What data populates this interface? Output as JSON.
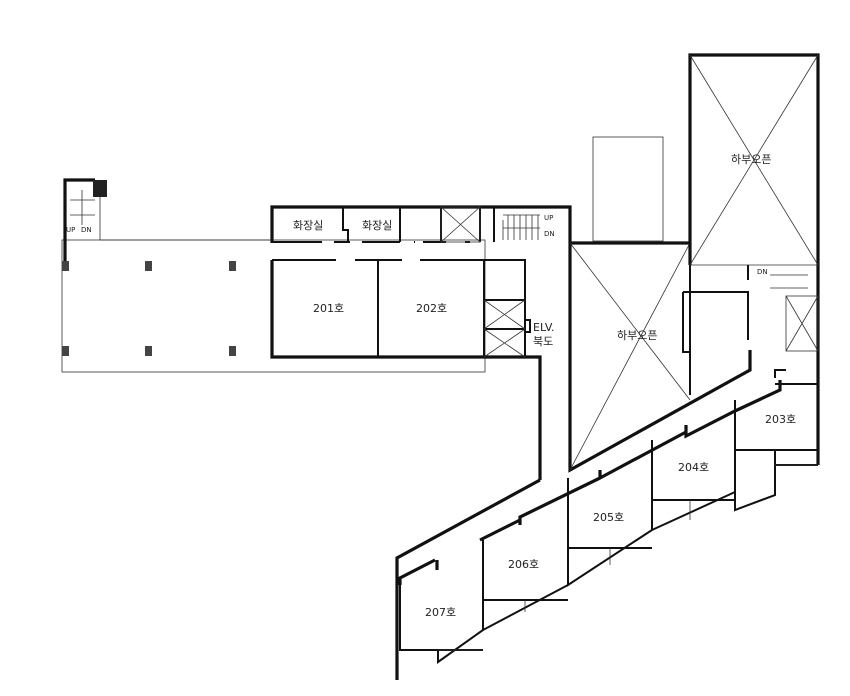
{
  "labels": {
    "restroom_1": "화장실",
    "restroom_2": "화장실",
    "stair_up": "UP",
    "stair_dn": "DN",
    "left_stair_up": "UP",
    "left_stair_dn": "DN",
    "right_stair_dn": "DN",
    "room_201": "201호",
    "room_202": "202호",
    "room_203": "203호",
    "room_204": "204호",
    "room_205": "205호",
    "room_206": "206호",
    "room_207": "207호",
    "elv": "ELV.",
    "corridor": "북도",
    "open_below_1": "하부오픈",
    "open_below_2": "하부오픈"
  }
}
